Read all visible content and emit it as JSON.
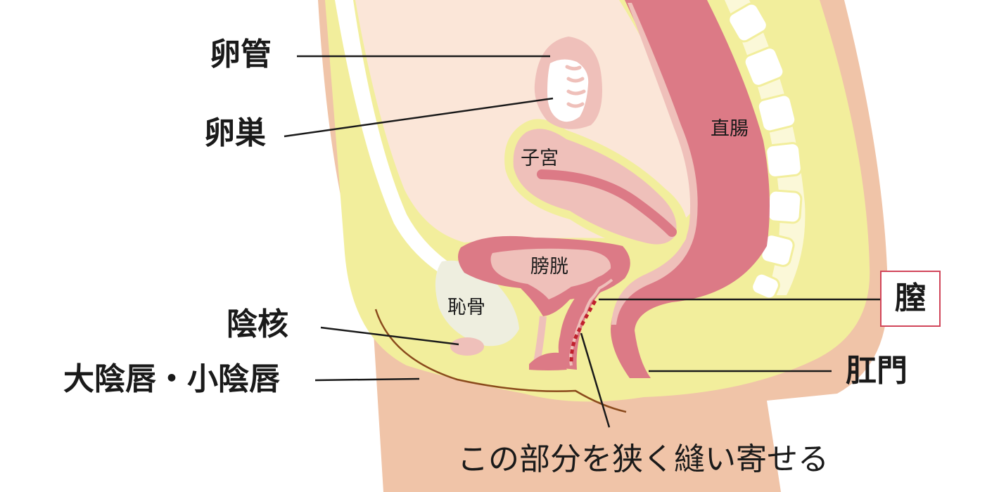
{
  "labels": {
    "fallopian_tube": "卵管",
    "ovary": "卵巣",
    "uterus": "子宮",
    "rectum": "直腸",
    "bladder": "膀胱",
    "pubic_bone": "恥骨",
    "vagina": "膣",
    "clitoris": "陰核",
    "labia": "大陰唇・小陰唇",
    "anus": "肛門",
    "note": "この部分を狭く縫い寄せる"
  },
  "colors": {
    "skin": "#f0c4a8",
    "fat": "#f2ee9c",
    "cavity": "#fbe6d8",
    "muscle": "#dc7a86",
    "organ_light": "#efc0ba",
    "bone": "#eeeedf",
    "highlight_box": "#d1455a",
    "suture_line": "#c0202c",
    "contour": "#8a4a1c",
    "leader_line": "#1a1a1a"
  }
}
